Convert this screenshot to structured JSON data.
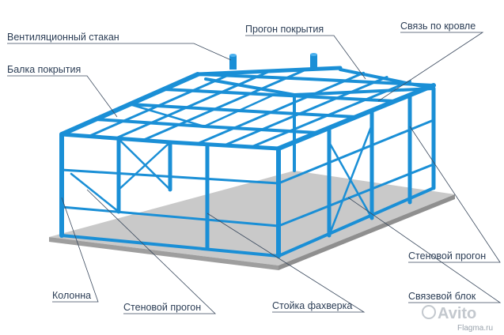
{
  "labels": {
    "vent": "Вентиляционный стакан",
    "beam": "Балка покрытия",
    "purlin_roof": "Прогон покрытия",
    "roof_brace": "Связь по кровле",
    "wall_purlin_right": "Стеновой прогон",
    "column": "Колонна",
    "wall_purlin_bottom": "Стеновой прогон",
    "gable_post": "Стойка фахверка",
    "brace_block": "Связевой блок"
  },
  "watermark": {
    "avito": "Avito",
    "flagma": "Flagma.ru"
  },
  "colors": {
    "steel": "#1a8fd6",
    "steel_dark": "#0f6fb2",
    "slab_top": "#c9c9c9",
    "slab_side": "#9e9e9e",
    "leader": "#3b4a5e",
    "text": "#2b3d55"
  }
}
